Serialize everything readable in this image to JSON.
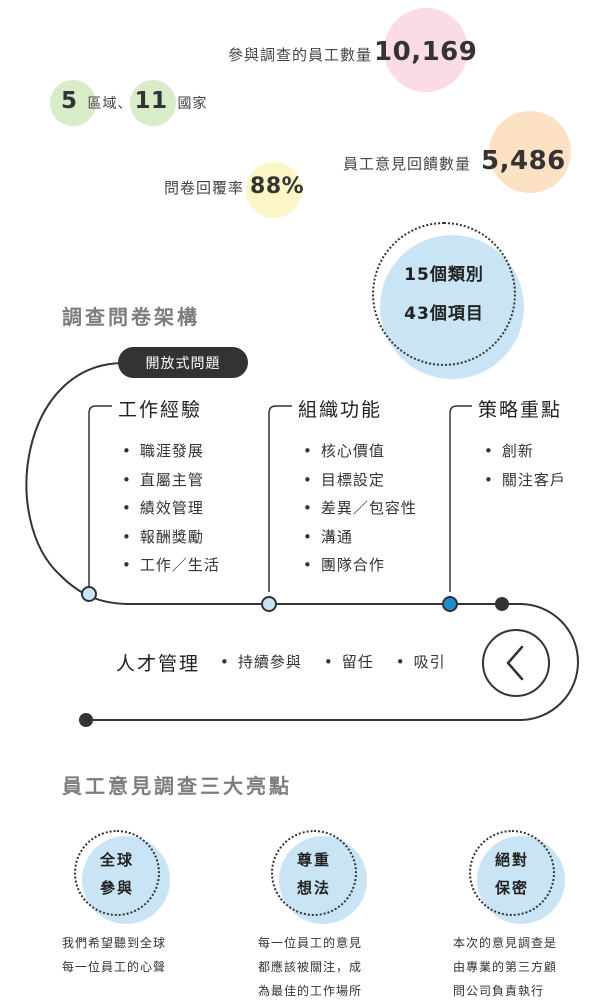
{
  "stats": {
    "employees_label": "參與調查的員工數量",
    "employees_value": "10,169",
    "regions_count": "5",
    "regions_label": "區域",
    "separator": "、",
    "countries_count": "11",
    "countries_label": "國家",
    "feedback_label": "員工意見回饋數量",
    "feedback_value": "5,486",
    "response_label": "問卷回覆率",
    "response_value": "88%",
    "categories_line": "15個類別",
    "items_line": "43個項目"
  },
  "structure": {
    "title": "調查問卷架構",
    "open_questions": "開放式問題",
    "categories": [
      {
        "title": "工作經驗",
        "items": [
          "職涯發展",
          "直屬主管",
          "績效管理",
          "報酬獎勵",
          "工作／生活"
        ]
      },
      {
        "title": "組織功能",
        "items": [
          "核心價值",
          "目標設定",
          "差異／包容性",
          "溝通",
          "團隊合作"
        ]
      },
      {
        "title": "策略重點",
        "items": [
          "創新",
          "關注客戶"
        ]
      }
    ],
    "talent": {
      "title": "人才管理",
      "items": [
        "持續參與",
        "留任",
        "吸引"
      ]
    }
  },
  "highlights": {
    "title": "員工意見調查三大亮點",
    "items": [
      {
        "line1": "全球",
        "line2": "參與",
        "desc": [
          "我們希望聽到全球",
          "每一位員工的心聲"
        ]
      },
      {
        "line1": "尊重",
        "line2": "想法",
        "desc": [
          "每一位員工的意見",
          "都應該被關注，成",
          "為最佳的工作場所"
        ]
      },
      {
        "line1": "絕對",
        "line2": "保密",
        "desc": [
          "本次的意見調查是",
          "由專業的第三方顧",
          "問公司負責執行"
        ]
      }
    ]
  },
  "colors": {
    "pink": "#fadbe6",
    "green": "#d9ecc8",
    "orange": "#fde1c3",
    "yellow": "#fcf5c6",
    "blue": "#c9e5f5",
    "accent_blue": "#1a8fd0",
    "dark": "#333333"
  }
}
